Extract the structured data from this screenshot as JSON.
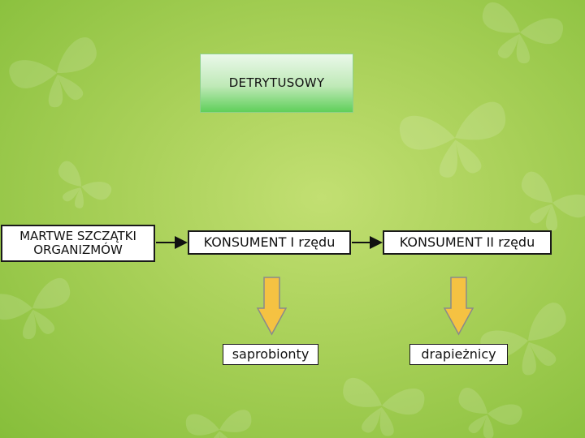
{
  "diagram": {
    "title": "DETRYTUSOWY",
    "nodes": {
      "dead_matter": {
        "line1": "MARTWE SZCZĄTKI",
        "line2": "ORGANIZMÓW"
      },
      "consumer_1": "KONSUMENT I rzędu",
      "consumer_2": "KONSUMENT II rzędu",
      "saprobionts": "saprobionty",
      "predators": "drapieżnicy"
    }
  },
  "colors": {
    "background": "#a8d058",
    "title_fill": "#5fcf5a",
    "arrow_fill": "#f5c242",
    "arrow_stroke": "#8a8a8a"
  }
}
